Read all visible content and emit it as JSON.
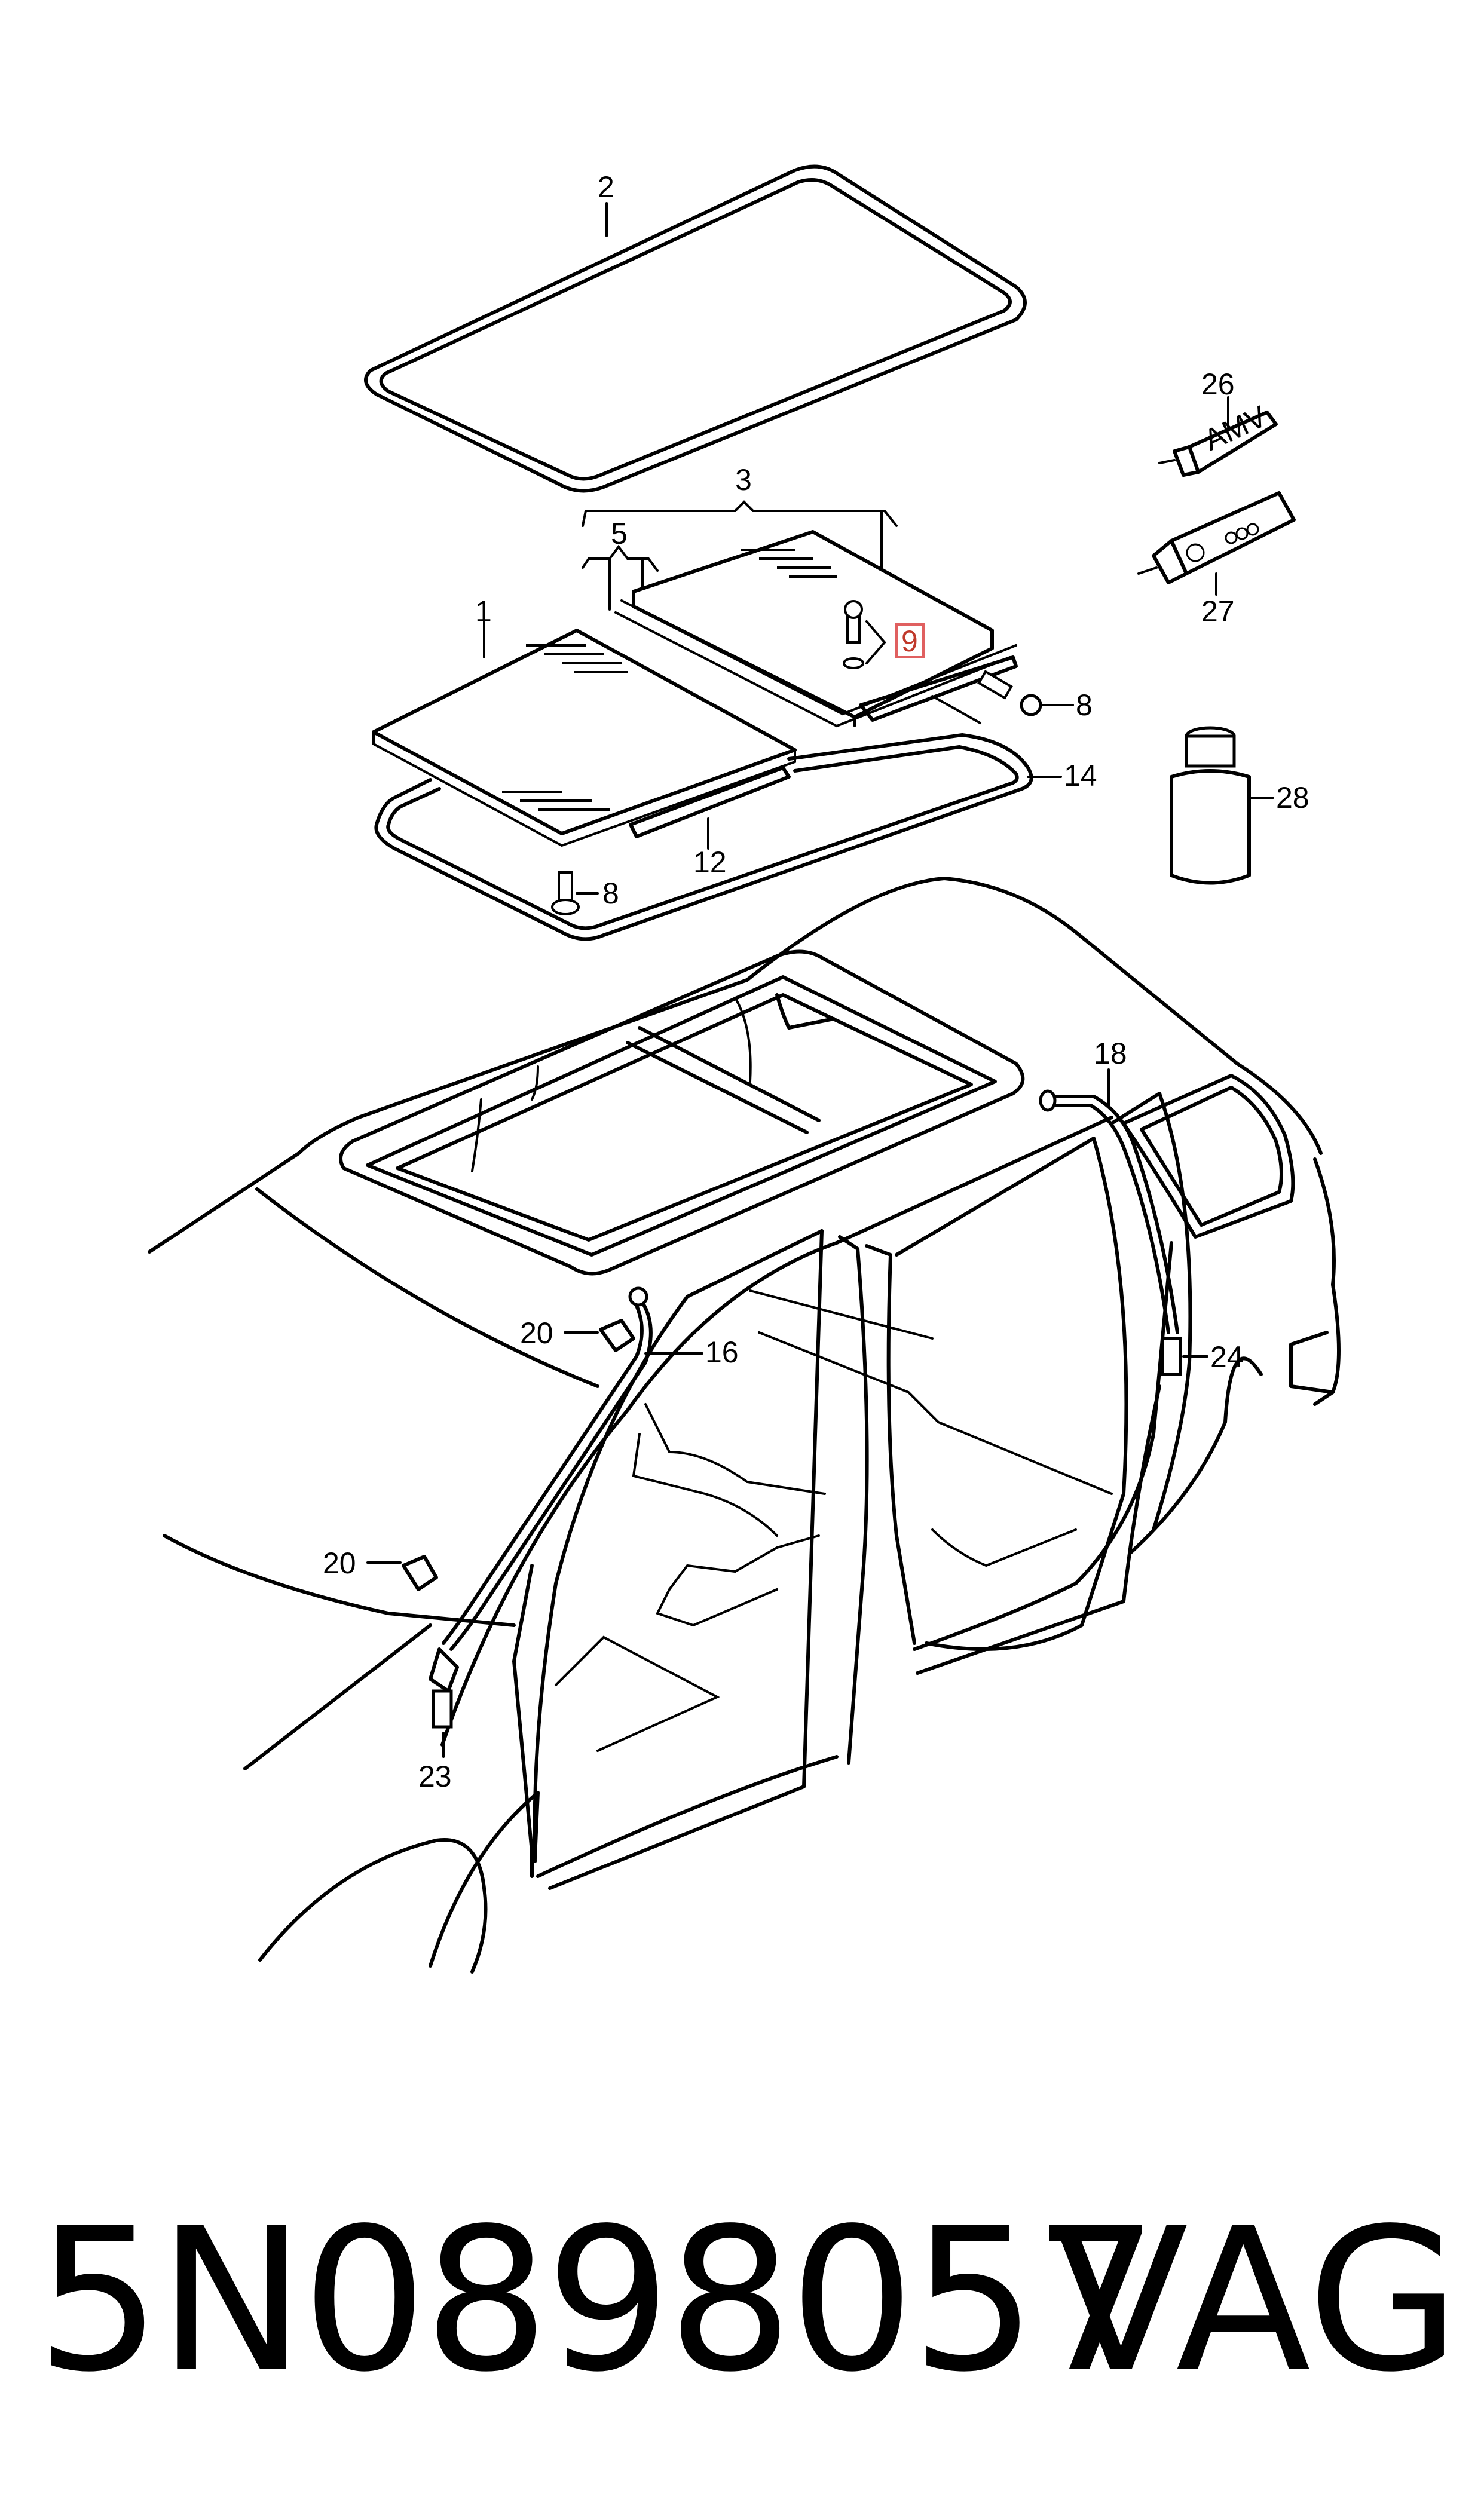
{
  "callouts": {
    "c1": "1",
    "c2": "2",
    "c3": "3",
    "c5": "5",
    "c8a": "8",
    "c8b": "8",
    "c9": "9",
    "c12": "12",
    "c14": "14",
    "c16": "16",
    "c18": "18",
    "c20a": "20",
    "c20b": "20",
    "c23": "23",
    "c24": "24",
    "c26": "26",
    "c27": "27",
    "c28": "28"
  },
  "tube_labels": {
    "small": "AMV"
  },
  "footer": {
    "part_number": "5N0898057",
    "brand": "VAG"
  },
  "colors": {
    "line": "#000000",
    "background": "#ffffff",
    "highlight_box": "#e06060"
  }
}
